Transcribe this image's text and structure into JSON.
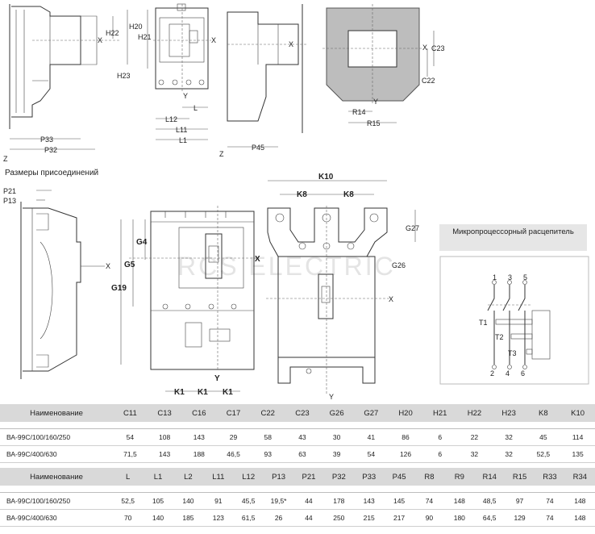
{
  "watermark": "RCS ELECTRIC",
  "connection_title": "Размеры присоединений",
  "micro_title": "Микропроцессорный расцепитель",
  "labels": {
    "H20": "H20",
    "H22": "H22",
    "H21": "H21",
    "H23": "H23",
    "X": "X",
    "Y": "Y",
    "Z": "Z",
    "P33": "P33",
    "P32": "P32",
    "L": "L",
    "L12": "L12",
    "L11": "L11",
    "L1": "L1",
    "P45": "P45",
    "C23": "C23",
    "C22": "C22",
    "R14": "R14",
    "R15": "R15",
    "P21": "P21",
    "P13": "P13",
    "G4": "G4",
    "G5": "G5",
    "G19": "G19",
    "K1": "K1",
    "K10": "K10",
    "K8": "K8",
    "G27": "G27",
    "G26": "G26",
    "t1": "T1",
    "t2": "T2",
    "t3": "T3",
    "n1": "1",
    "n3": "3",
    "n5": "5",
    "n2": "2",
    "n4": "4",
    "n6": "6"
  },
  "table1": {
    "headers": [
      "Наименование",
      "C11",
      "C13",
      "C16",
      "C17",
      "C22",
      "C23",
      "G26",
      "G27",
      "H20",
      "H21",
      "H22",
      "H23",
      "K8",
      "K10"
    ],
    "rows": [
      [
        "ВА-99С/100/160/250",
        "54",
        "108",
        "143",
        "29",
        "58",
        "43",
        "30",
        "41",
        "86",
        "6",
        "22",
        "32",
        "45",
        "114"
      ],
      [
        "ВА-99С/400/630",
        "71,5",
        "143",
        "188",
        "46,5",
        "93",
        "63",
        "39",
        "54",
        "126",
        "6",
        "32",
        "32",
        "52,5",
        "135"
      ]
    ]
  },
  "table2": {
    "headers": [
      "Наименование",
      "L",
      "L1",
      "L2",
      "L11",
      "L12",
      "P13",
      "P21",
      "P32",
      "P33",
      "P45",
      "R8",
      "R9",
      "R14",
      "R15",
      "R33",
      "R34"
    ],
    "rows": [
      [
        "ВА-99С/100/160/250",
        "52,5",
        "105",
        "140",
        "91",
        "45,5",
        "19,5*",
        "44",
        "178",
        "143",
        "145",
        "74",
        "148",
        "48,5",
        "97",
        "74",
        "148"
      ],
      [
        "ВА-99С/400/630",
        "70",
        "140",
        "185",
        "123",
        "61,5",
        "26",
        "44",
        "250",
        "215",
        "217",
        "90",
        "180",
        "64,5",
        "129",
        "74",
        "148"
      ]
    ]
  }
}
